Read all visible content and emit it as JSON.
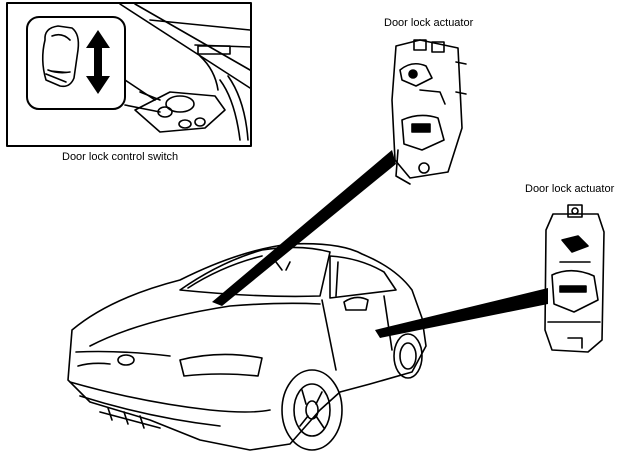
{
  "labels": {
    "door_lock_control_switch": "Door lock control switch",
    "door_lock_actuator_upper": "Door lock actuator",
    "door_lock_actuator_lower": "Door lock actuator"
  },
  "colors": {
    "ink": "#000000",
    "paper": "#ffffff"
  },
  "icons": {
    "switch_inset": "door-lock-switch-icon",
    "arrow": "up-down-arrow-icon",
    "actuator": "door-lock-actuator-icon",
    "car": "car-icon"
  }
}
